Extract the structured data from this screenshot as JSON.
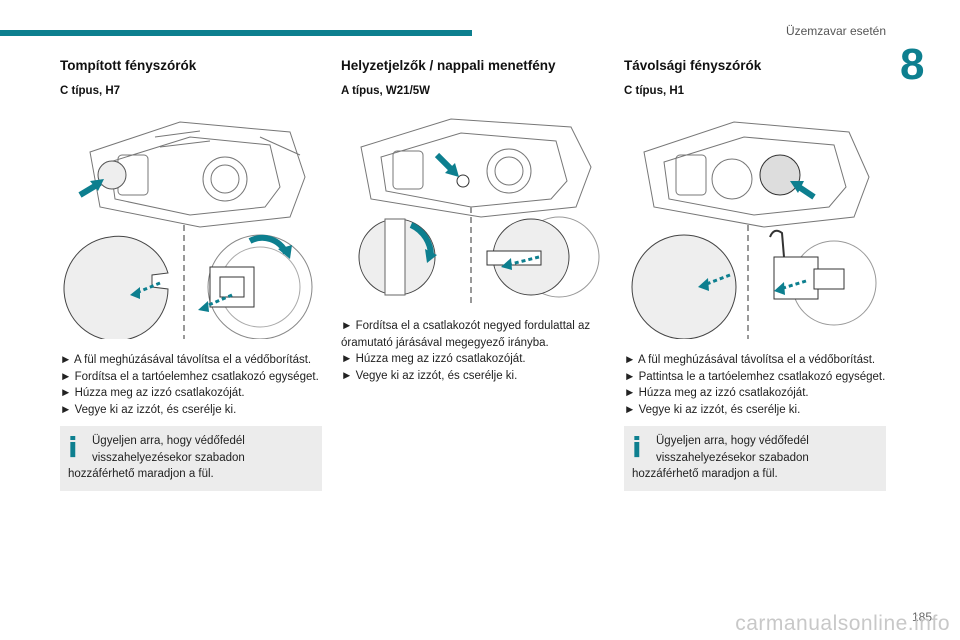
{
  "header": {
    "section_title": "Üzemzavar esetén",
    "chapter_number": "8"
  },
  "columns": [
    {
      "title": "Tompított fényszórók",
      "subtitle": "C típus, H7",
      "steps": [
        "► A fül meghúzásával távolítsa el a védőborítást.",
        "► Fordítsa el a tartóelemhez csatlakozó egységet.",
        "► Húzza meg az izzó csatlakozóját.",
        "► Vegye ki az izzót, és cserélje ki."
      ],
      "note": "Ügyeljen arra, hogy védőfedél visszahelyezésekor szabadon hozzáférhető maradjon a fül."
    },
    {
      "title": "Helyzetjelzők / nappali menetfény",
      "subtitle": "A típus, W21/5W",
      "steps": [
        "► Fordítsa el a csatlakozót negyed fordulattal az óramutató járásával megegyező irányba.",
        "► Húzza meg az izzó csatlakozóját.",
        "► Vegye ki az izzót, és cserélje ki."
      ]
    },
    {
      "title": "Távolsági fényszórók",
      "subtitle": "C típus, H1",
      "steps": [
        "► A fül meghúzásával távolítsa el a védőborítást.",
        "► Pattintsa le a tartóelemhez csatlakozó egységet.",
        "► Húzza meg az izzó csatlakozóját.",
        "► Vegye ki az izzót, és cserélje ki."
      ],
      "note": "Ügyeljen arra, hogy védőfedél visszahelyezésekor szabadon hozzáférhető maradjon a fül."
    }
  ],
  "footer": {
    "page_number": "185",
    "watermark": "carmanualsonline.info"
  },
  "colors": {
    "accent": "#0d7f8f",
    "note_bg": "#ececec"
  },
  "icons": {
    "note": "info-icon"
  }
}
